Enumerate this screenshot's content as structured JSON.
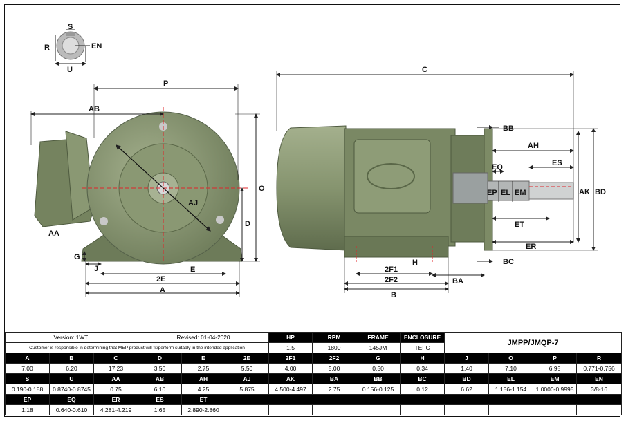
{
  "drawing": {
    "labels": {
      "S": "S",
      "R": "R",
      "EN": "EN",
      "U": "U",
      "P": "P",
      "AB": "AB",
      "O": "O",
      "AJ": "AJ",
      "D": "D",
      "AA": "AA",
      "G": "G",
      "J": "J",
      "E": "E",
      "2E": "2E",
      "A": "A",
      "C": "C",
      "BB": "BB",
      "AH": "AH",
      "EQ": "EQ",
      "ES": "ES",
      "EP": "EP",
      "EL": "EL",
      "EM": "EM",
      "AK": "AK",
      "BD": "BD",
      "ET": "ET",
      "ER": "ER",
      "BC": "BC",
      "H": "H",
      "2F1": "2F1",
      "2F2": "2F2",
      "BA": "BA",
      "B": "B"
    },
    "colors": {
      "motor": "#7f8e6a",
      "motor_dark": "#59664a",
      "motor_light": "#a4b08d",
      "red": "#e0242a"
    }
  },
  "header": {
    "version": "Version: 1WTI",
    "revised": "Revised: 01-04-2020",
    "note": "Customer is responsible in determining that MEP product will fit/perform suitably in the intended application",
    "model": "JMPP/JMQP-7",
    "cols": [
      "HP",
      "RPM",
      "FRAME",
      "ENCLOSURE"
    ],
    "vals": [
      "1.5",
      "1800",
      "145JM",
      "TEFC"
    ]
  },
  "rows": [
    {
      "heads": [
        "A",
        "B",
        "C",
        "D",
        "E",
        "2E",
        "2F1",
        "2F2",
        "G",
        "H",
        "J",
        "O",
        "P",
        "R"
      ],
      "vals": [
        "7.00",
        "6.20",
        "17.23",
        "3.50",
        "2.75",
        "5.50",
        "4.00",
        "5.00",
        "0.50",
        "0.34",
        "1.40",
        "7.10",
        "6.95",
        "0.771-0.756"
      ]
    },
    {
      "heads": [
        "S",
        "U",
        "AA",
        "AB",
        "AH",
        "AJ",
        "AK",
        "BA",
        "BB",
        "BC",
        "BD",
        "EL",
        "EM",
        "EN"
      ],
      "vals": [
        "0.190-0.188",
        "0.8740-0.8745",
        "0.75",
        "6.10",
        "4.25",
        "5.875",
        "4.500-4.497",
        "2.75",
        "0.156-0.125",
        "0.12",
        "6.62",
        "1.156-1.154",
        "1.0000-0.9995",
        "3/8-16"
      ]
    },
    {
      "heads": [
        "EP",
        "EQ",
        "ER",
        "ES",
        "ET"
      ],
      "vals": [
        "1.18",
        "0.640-0.610",
        "4.281-4.219",
        "1.65",
        "2.890-2.860"
      ]
    }
  ]
}
